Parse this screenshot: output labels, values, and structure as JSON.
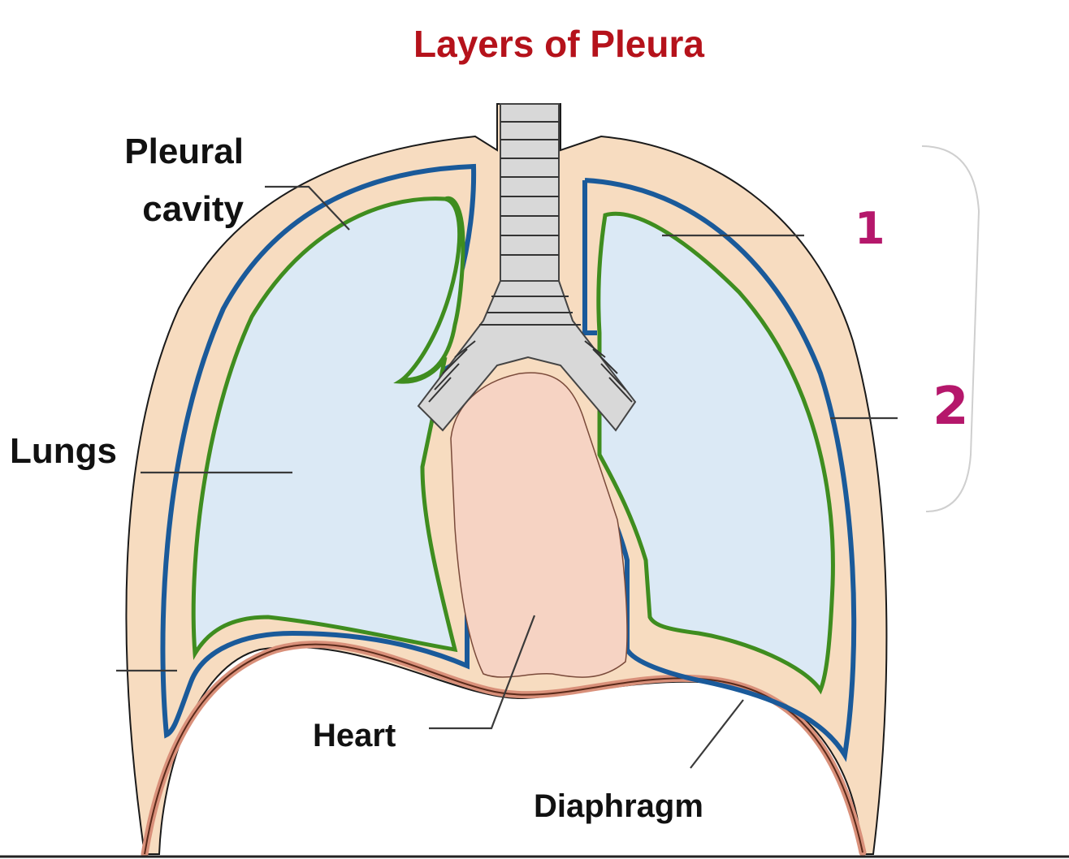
{
  "title": "Layers of Pleura",
  "labels": {
    "pleural_cavity_line1": "Pleural",
    "pleural_cavity_line2": "cavity",
    "lungs": "Lungs",
    "heart": "Heart",
    "diaphragm": "Diaphragm",
    "number_1": "1",
    "number_2": "2"
  },
  "colors": {
    "title": "#b5121b",
    "handwritten_numbers": "#b5176b",
    "lung_fill": "#dbe9f5",
    "visceral_pleura": "#3f8d1f",
    "parietal_pleura": "#1a5a9a",
    "chest_wall": "#f7dcc0",
    "heart_fill": "#f6d3c3",
    "diaphragm": "#d9907a",
    "airway": "#d8d8d8"
  }
}
